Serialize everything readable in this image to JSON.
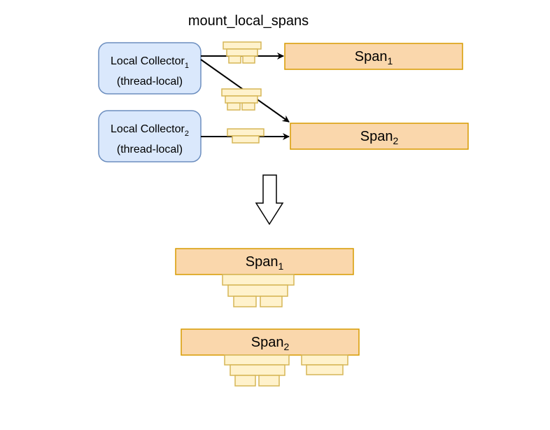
{
  "title": "mount_local_spans",
  "collectors": [
    {
      "label": "Local Collector",
      "subscript": "1",
      "sublabel": "(thread-local)"
    },
    {
      "label": "Local Collector",
      "subscript": "2",
      "sublabel": "(thread-local)"
    }
  ],
  "spans": [
    {
      "label": "Span",
      "subscript": "1"
    },
    {
      "label": "Span",
      "subscript": "2"
    }
  ],
  "colors": {
    "collector_fill": "#dae8fc",
    "collector_stroke": "#6c8ebf",
    "span_fill": "#fad7ac",
    "span_stroke": "#b46504",
    "local_span_fill": "#fff2cc",
    "local_span_stroke": "#d6b656",
    "arrow": "#000000"
  }
}
